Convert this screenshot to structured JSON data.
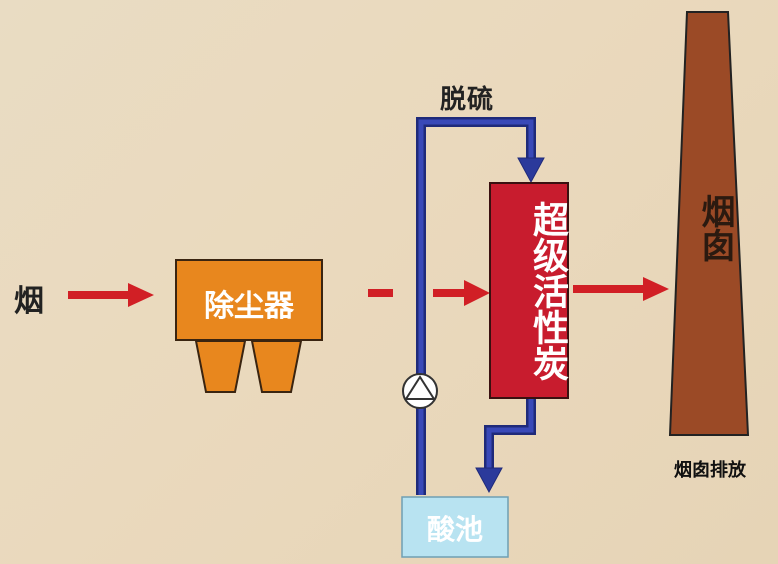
{
  "labels": {
    "smoke": "烟",
    "dust_collector": "除尘器",
    "desulfurization": "脱硫",
    "super_activated_carbon": "超级活性炭",
    "chimney": "烟囱",
    "chimney_emission": "烟囱排放",
    "acid_pool": "酸池"
  },
  "colors": {
    "flow_arrow": "#d11f25",
    "dust_collector": "#e8871e",
    "activated_carbon": "#c81c2e",
    "chimney": "#9b4a26",
    "pipe": "#2b3a9b",
    "acid_pool": "#b8e3f1"
  },
  "icons": [
    "pump-icon"
  ]
}
